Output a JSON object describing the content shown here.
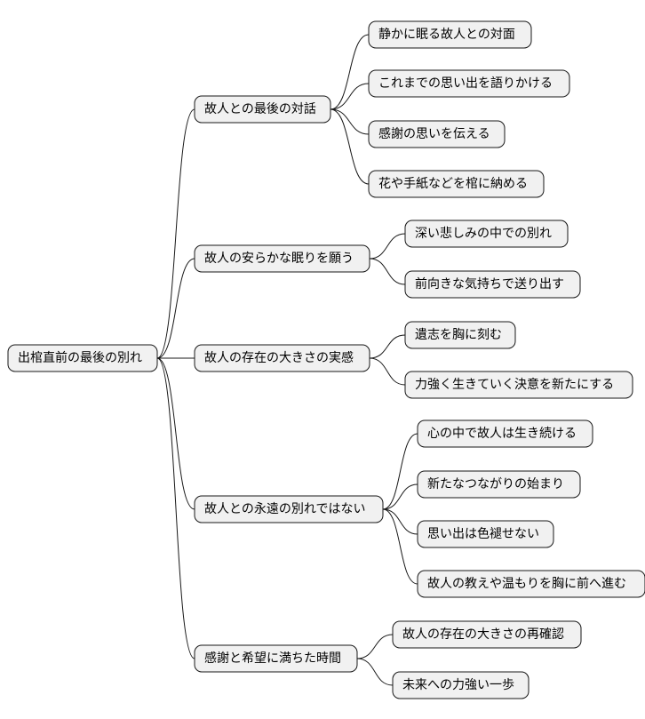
{
  "root": {
    "label": "出棺直前の最後の別れ",
    "children": [
      {
        "label": "故人との最後の対話",
        "children": [
          {
            "label": "静かに眠る故人との対面"
          },
          {
            "label": "これまでの思い出を語りかける"
          },
          {
            "label": "感謝の思いを伝える"
          },
          {
            "label": "花や手紙などを棺に納める"
          }
        ]
      },
      {
        "label": "故人の安らかな眠りを願う",
        "children": [
          {
            "label": "深い悲しみの中での別れ"
          },
          {
            "label": "前向きな気持ちで送り出す"
          }
        ]
      },
      {
        "label": "故人の存在の大きさの実感",
        "children": [
          {
            "label": "遺志を胸に刻む"
          },
          {
            "label": "力強く生きていく決意を新たにする"
          }
        ]
      },
      {
        "label": "故人との永遠の別れではない",
        "children": [
          {
            "label": "心の中で故人は生き続ける"
          },
          {
            "label": "新たなつながりの始まり"
          },
          {
            "label": "思い出は色褪せない"
          },
          {
            "label": "故人の教えや温もりを胸に前へ進む"
          }
        ]
      },
      {
        "label": "感謝と希望に満ちた時間",
        "children": [
          {
            "label": "故人の存在の大きさの再確認"
          },
          {
            "label": "未来への力強い一歩"
          }
        ]
      }
    ]
  }
}
